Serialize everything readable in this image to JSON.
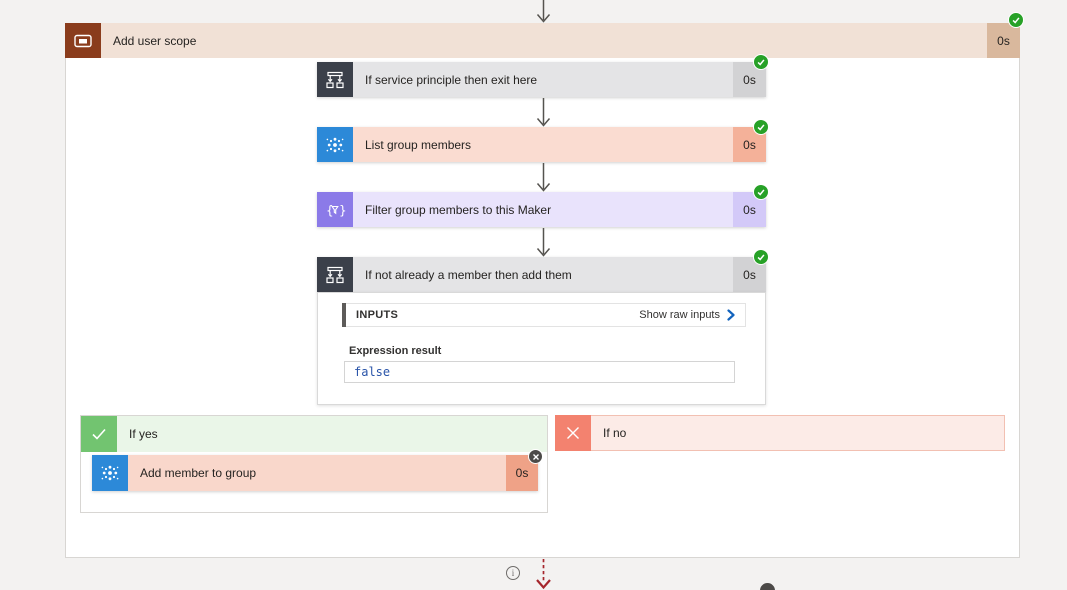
{
  "scope": {
    "title": "Add user scope",
    "duration": "0s",
    "status": "succeeded"
  },
  "actions": [
    {
      "title": "If service principle then exit here",
      "duration": "0s",
      "type": "condition",
      "status": "succeeded"
    },
    {
      "title": "List group members",
      "duration": "0s",
      "type": "azure-ad-connector",
      "status": "succeeded"
    },
    {
      "title": "Filter group members to this Maker",
      "duration": "0s",
      "type": "data-operation-filter",
      "status": "succeeded"
    },
    {
      "title": "If not already a member then add them",
      "duration": "0s",
      "type": "condition",
      "status": "succeeded"
    }
  ],
  "inputs_panel": {
    "title": "INPUTS",
    "link_label": "Show raw inputs",
    "field_label": "Expression result",
    "field_value": "false"
  },
  "branches": {
    "yes": {
      "label": "If yes",
      "action": {
        "title": "Add member to group",
        "duration": "0s",
        "status": "skipped"
      }
    },
    "no": {
      "label": "If no"
    }
  },
  "footer": {
    "info": "i"
  },
  "colors": {
    "scope_accent": "#8a3c1c",
    "condition_gray": "#3b404a",
    "connector_blue": "#2c89d8",
    "data_operation_purple": "#8b7ae8",
    "success_green": "#27a127",
    "branch_yes_green": "#72c470",
    "branch_no_red": "#f3826f",
    "skipped_gray": "#4c4a48",
    "error_arrow_red": "#a5262c",
    "link_blue": "#1263bd",
    "mono_value_blue": "#2853a8"
  }
}
